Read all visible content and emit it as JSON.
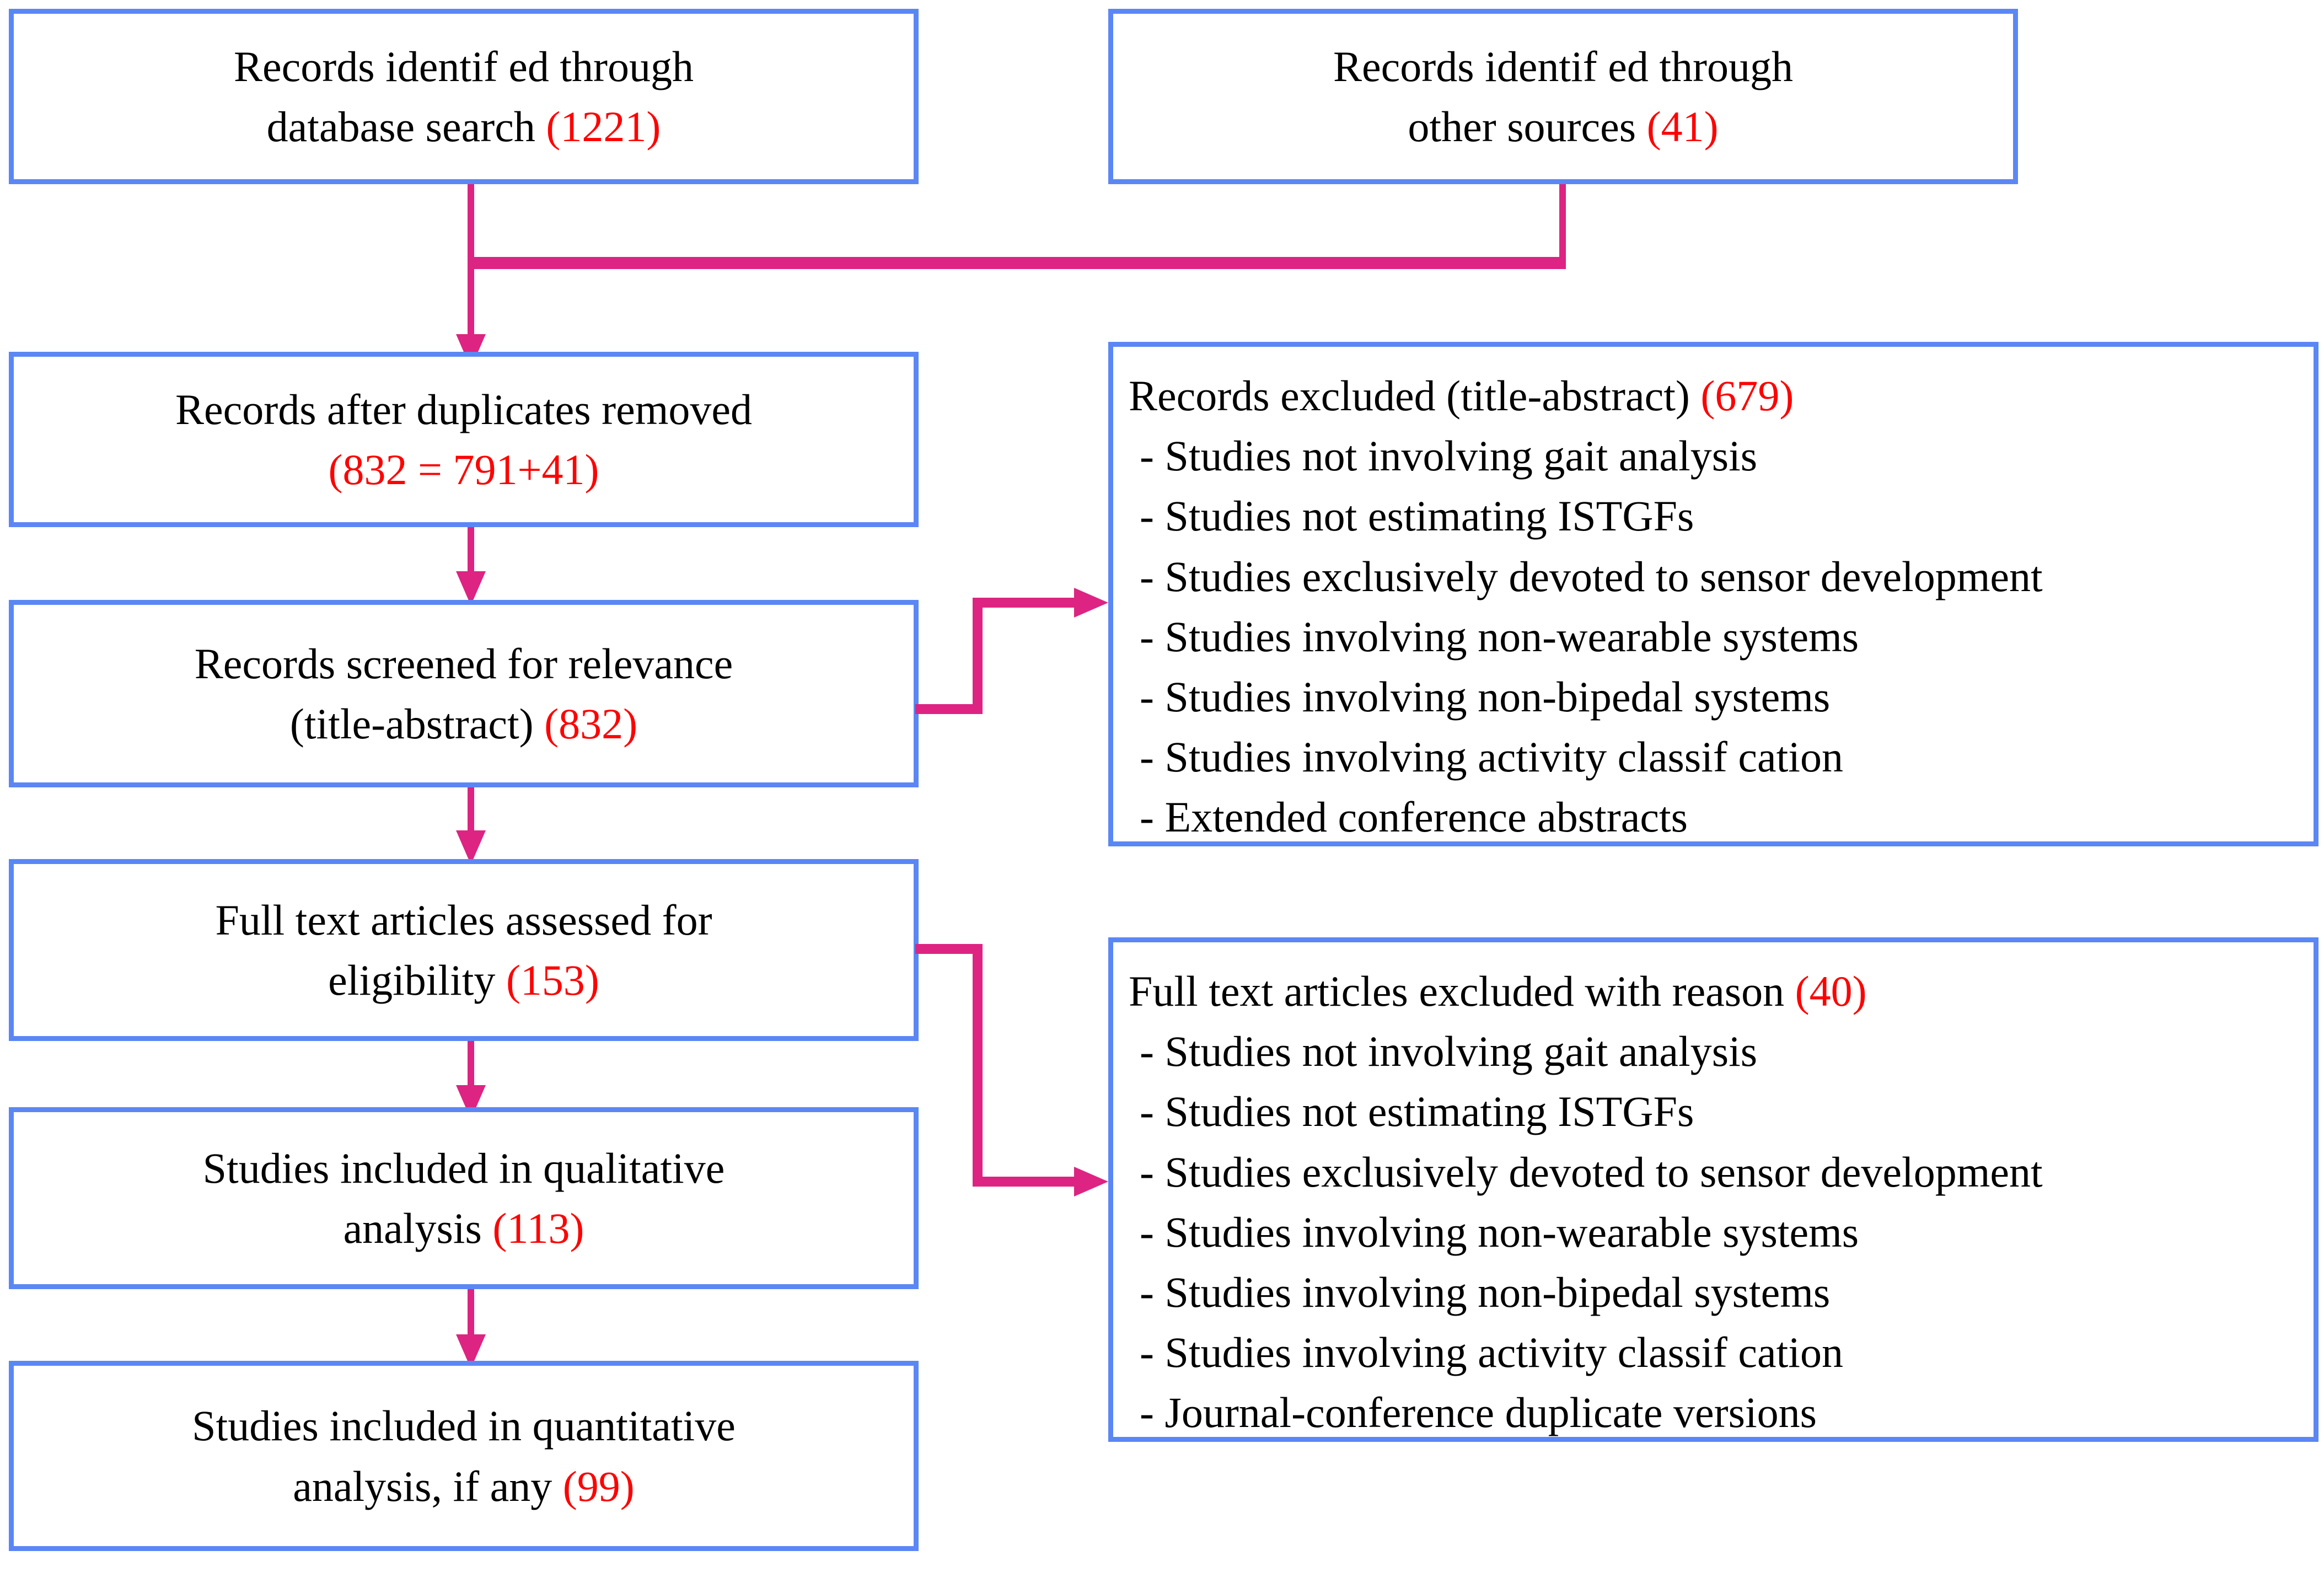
{
  "diagram": {
    "title": "PRISMA study selection flow diagram",
    "colors": {
      "box_border": "#5b87f5",
      "connector": "#dd2482",
      "count_text": "#fe0000",
      "body_text": "#000000",
      "background": "#ffffff"
    }
  },
  "identification": {
    "database_box": {
      "line1": "Records identif ed through",
      "line2_text": "database search ",
      "line2_count": "(1221)"
    },
    "other_sources_box": {
      "line1": "Records identif ed through",
      "line2_text": "other sources ",
      "line2_count": "(41)"
    }
  },
  "screening": {
    "duplicates_box": {
      "line1": "Records after duplicates removed",
      "line2_count": "(832 = 791+41)"
    },
    "screened_box": {
      "line1": "Records screened for relevance",
      "line2_text": "(title-abstract) ",
      "line2_count": "(832)"
    }
  },
  "eligibility": {
    "fulltext_box": {
      "line1": "Full text articles assessed for",
      "line2_text": "eligibility ",
      "line2_count": "(153)"
    }
  },
  "included": {
    "qualitative_box": {
      "line1": "Studies included in qualitative",
      "line2_text": "analysis ",
      "line2_count": "(113)"
    },
    "quantitative_box": {
      "line1": "Studies included in quantitative",
      "line2_text": "analysis, if any ",
      "line2_count": "(99)"
    }
  },
  "excluded_title_abstract": {
    "title_text": "Records excluded (title-abstract) ",
    "title_count": "(679)",
    "items": [
      "- Studies not involving gait analysis",
      "- Studies not estimating ISTGFs",
      "- Studies exclusively devoted to sensor development",
      "- Studies involving non-wearable systems",
      "- Studies involving non-bipedal systems",
      "- Studies involving activity classif cation",
      "- Extended conference abstracts"
    ]
  },
  "excluded_full_text": {
    "title_text": "Full text articles excluded with reason ",
    "title_count": "(40)",
    "items": [
      "- Studies not involving gait analysis",
      "- Studies not estimating ISTGFs",
      "- Studies exclusively devoted to sensor development",
      "- Studies involving non-wearable systems",
      "- Studies involving non-bipedal systems",
      "- Studies involving activity classif cation",
      "- Journal-conference duplicate versions"
    ]
  }
}
